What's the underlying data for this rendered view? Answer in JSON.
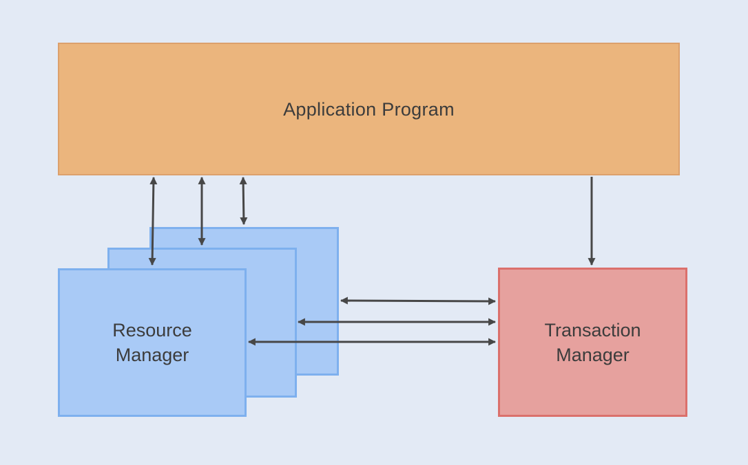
{
  "application_program": {
    "label": "Application Program"
  },
  "resource_manager": {
    "label": "Resource\nManager"
  },
  "transaction_manager": {
    "label": "Transaction\nManager"
  },
  "colors": {
    "background": "#e3eaf5",
    "application_fill": "#ebb57d",
    "resource_fill": "#a9caf6",
    "resource_border": "#7eb0ee",
    "transaction_fill": "#e6a19e",
    "transaction_border": "#db706c",
    "arrow": "#474747"
  }
}
